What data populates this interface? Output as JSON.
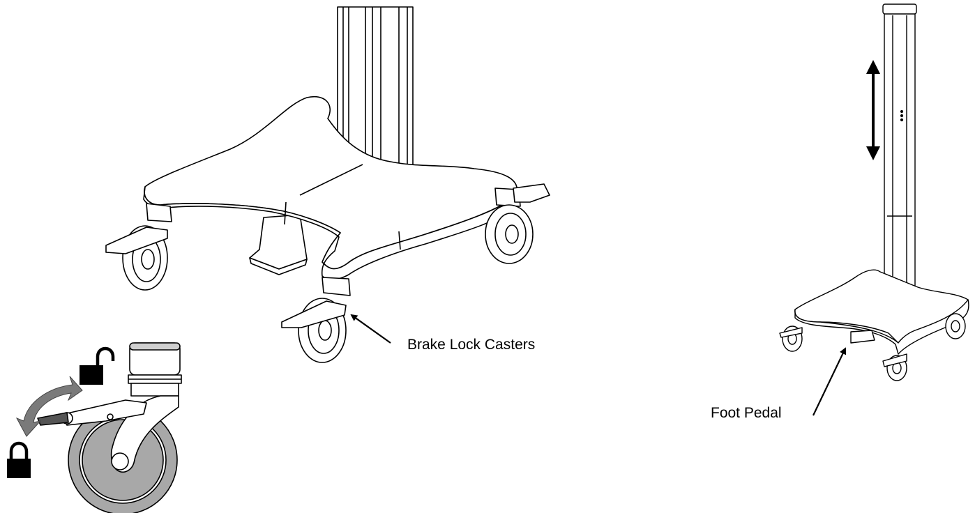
{
  "labels": {
    "brake_lock_casters": "Brake Lock Casters",
    "foot_pedal": "Foot Pedal"
  },
  "colors": {
    "line": "#000000",
    "fill": "#ffffff",
    "gray": "#7a7a7a",
    "light_gray": "#a8a8a8"
  },
  "icons": [
    "cart-base-illustration",
    "caster-detail-illustration",
    "lock-icon",
    "unlock-icon",
    "rotate-arrow-icon",
    "height-arrow-icon",
    "cart-full-illustration"
  ]
}
